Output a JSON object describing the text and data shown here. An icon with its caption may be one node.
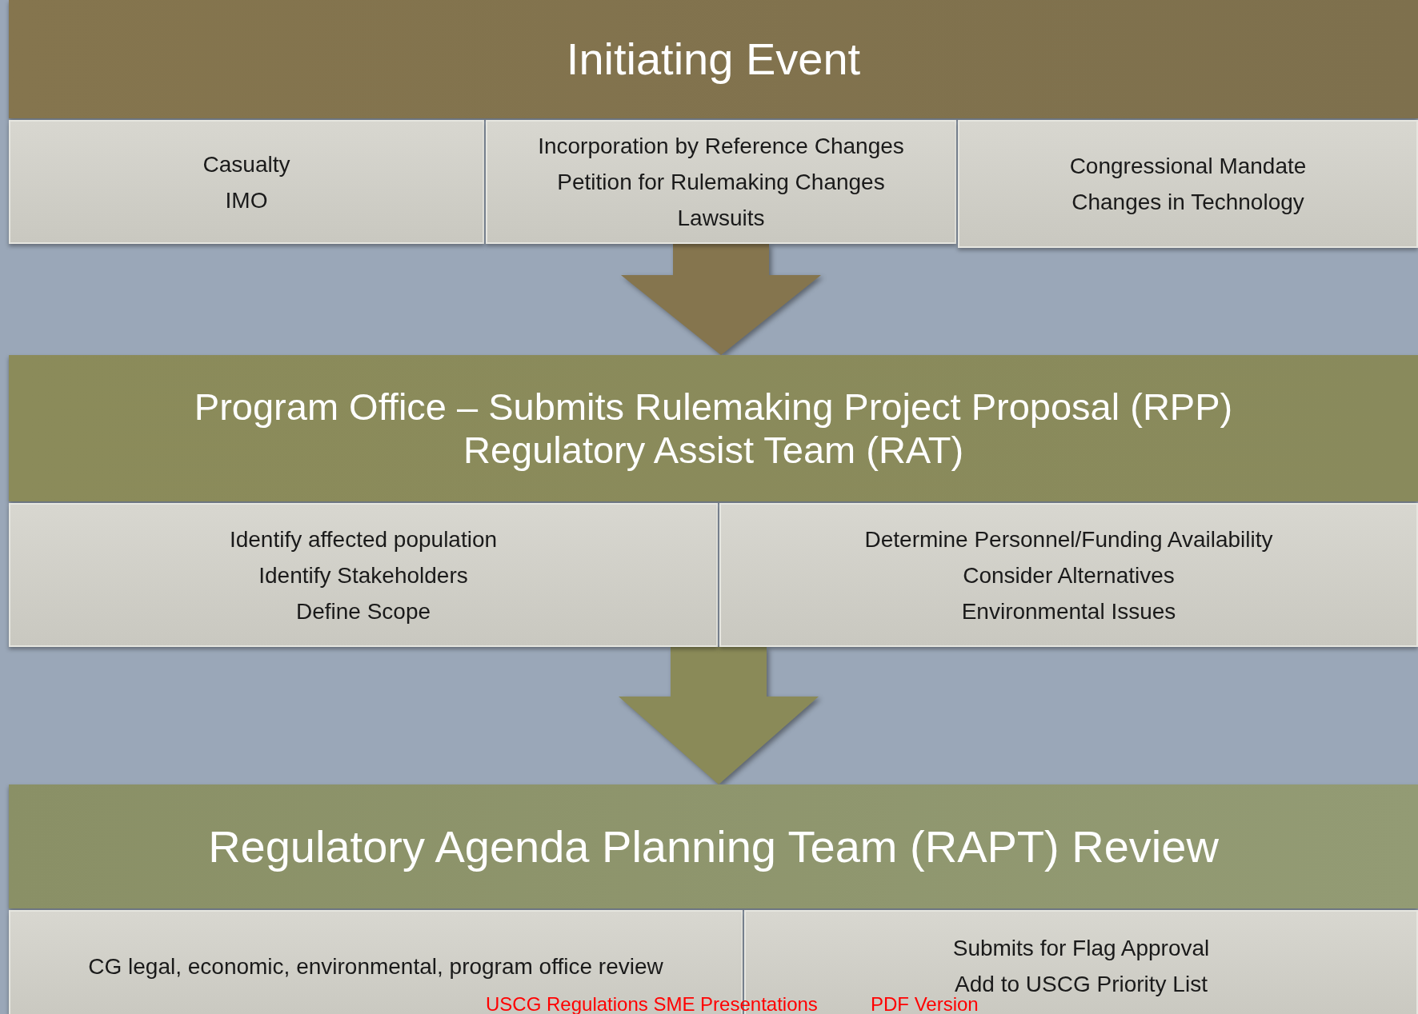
{
  "diagram": {
    "nodes": [
      {
        "text": [
          "Initiating Event"
        ]
      },
      {
        "text": [
          "Casualty",
          "IMO"
        ]
      },
      {
        "text": [
          "Incorporation by Reference Changes",
          "Petition for Rulemaking Changes",
          "Lawsuits"
        ]
      },
      {
        "text": [
          "Congressional Mandate",
          "Changes in Technology"
        ]
      },
      {
        "text": [
          "Program Office – Submits Rulemaking Project Proposal (RPP)",
          "Regulatory Assist Team (RAT)"
        ]
      },
      {
        "text": [
          "Identify affected population",
          "Identify Stakeholders",
          "Define Scope"
        ]
      },
      {
        "text": [
          "Determine Personnel/Funding Availability",
          "Consider Alternatives",
          "Environmental Issues"
        ]
      },
      {
        "text": [
          "Regulatory Agenda Planning Team (RAPT) Review"
        ]
      },
      {
        "text": [
          "CG legal, economic, environmental, program office review"
        ]
      },
      {
        "text": [
          "Submits for Flag Approval",
          "Add to USCG Priority List"
        ]
      }
    ],
    "edges": [
      {
        "from": 2,
        "to": 4,
        "arrow": "to",
        "color": "#85754e"
      },
      {
        "from": 5,
        "to": 7,
        "arrow": "to",
        "color": "#8a8a58"
      },
      {
        "from": 6,
        "to": 7,
        "arrow": "to",
        "color": "#8a8a58"
      }
    ],
    "labels": [
      "USCG Regulations SME Presentations",
      "PDF Version"
    ]
  }
}
